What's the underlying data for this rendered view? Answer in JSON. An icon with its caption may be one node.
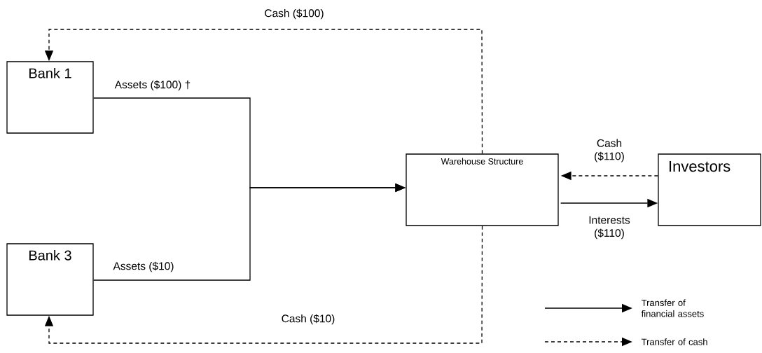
{
  "diagram": {
    "nodes": [
      {
        "text": [
          "Bank 1"
        ]
      },
      {
        "text": [
          "Bank 3"
        ]
      },
      {
        "text": [
          "Warehouse Structure"
        ]
      },
      {
        "text": [
          "Investors"
        ]
      }
    ],
    "edges": [
      {
        "from": 0,
        "to": 2,
        "arrow": "to",
        "label": "Assets ($100) †"
      },
      {
        "from": 1,
        "to": 2,
        "arrow": "to",
        "label": "Assets ($10)"
      },
      {
        "from": 2,
        "to": 0,
        "arrow": "to",
        "label": "Cash ($100)",
        "style": "dashed"
      },
      {
        "from": 2,
        "to": 1,
        "arrow": "to",
        "label": "Cash ($10)",
        "style": "dashed"
      },
      {
        "from": 3,
        "to": 2,
        "arrow": "to",
        "label": "Cash ($110)",
        "style": "dashed"
      },
      {
        "from": 2,
        "to": 3,
        "arrow": "to",
        "label": "Interests ($110)"
      }
    ],
    "legend": [
      {
        "text": "Transfer of financial assets"
      },
      {
        "text": "Transfer of cash"
      }
    ]
  }
}
